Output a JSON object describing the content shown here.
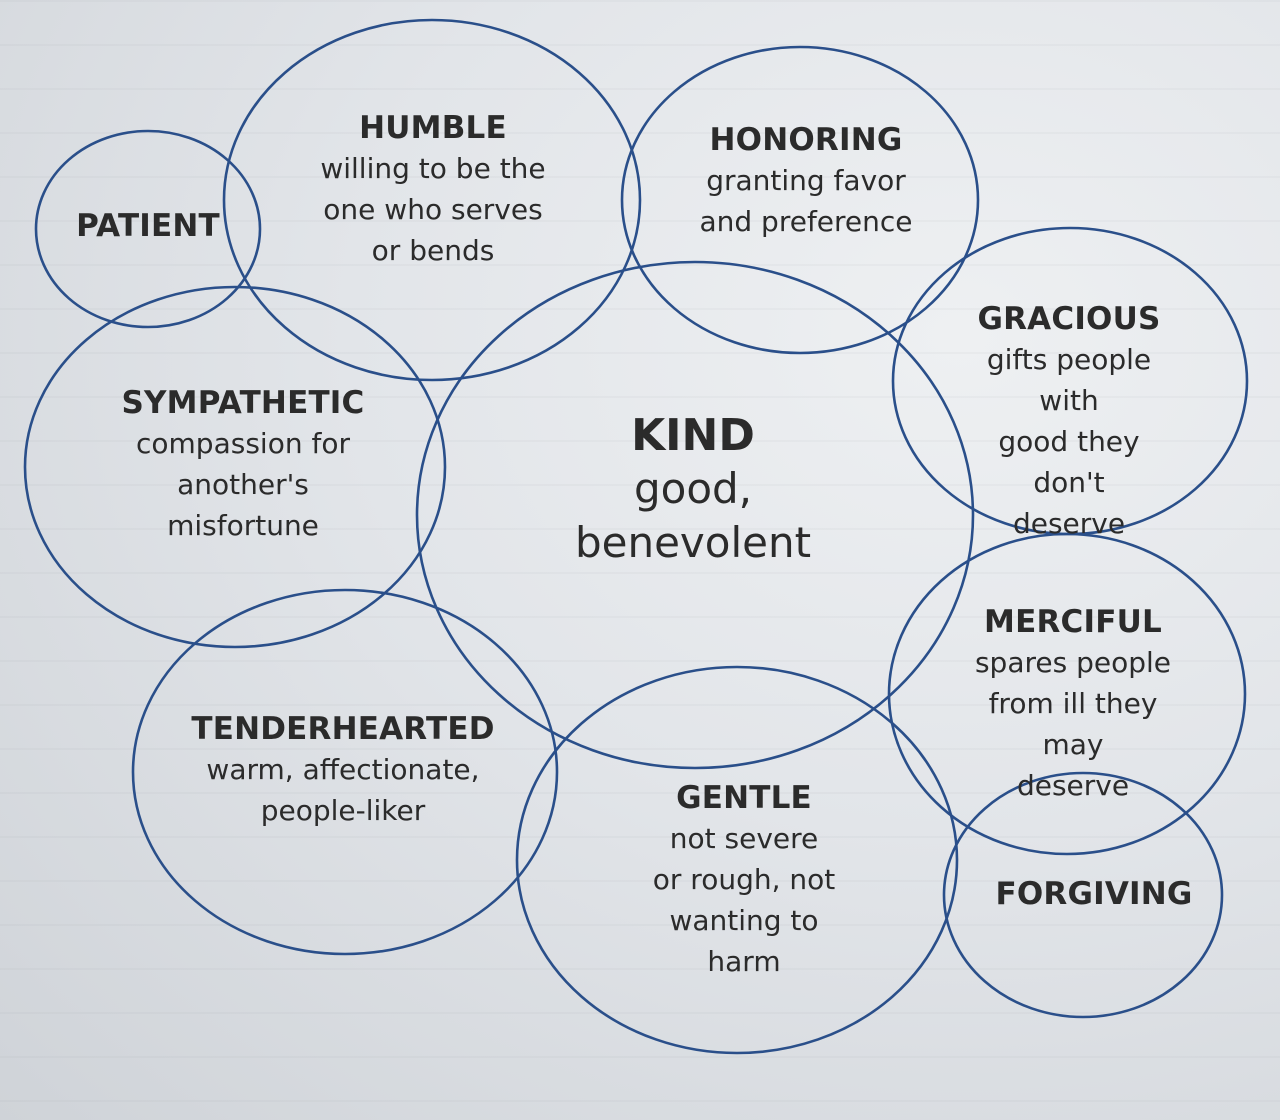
{
  "diagram": {
    "center": {
      "title": "KIND",
      "description": "good,\nbenevolent"
    },
    "circles": [
      {
        "id": "patient",
        "title": "PATIENT",
        "description": ""
      },
      {
        "id": "humble",
        "title": "HUMBLE",
        "description": "willing to be the\none who serves\nor bends"
      },
      {
        "id": "honoring",
        "title": "HONORING",
        "description": "granting favor\nand preference"
      },
      {
        "id": "gracious",
        "title": "GRACIOUS",
        "description": "gifts people with\ngood they don't\ndeserve"
      },
      {
        "id": "sympathetic",
        "title": "SYMPATHETIC",
        "description": "compassion for\nanother's\nmisfortune"
      },
      {
        "id": "merciful",
        "title": "MERCIFUL",
        "description": "spares people\nfrom ill they may\ndeserve"
      },
      {
        "id": "tenderhearted",
        "title": "TENDERHEARTED",
        "description": "warm, affectionate,\npeople-liker"
      },
      {
        "id": "gentle",
        "title": "GENTLE",
        "description": "not severe\nor rough, not\nwanting to\nharm"
      },
      {
        "id": "forgiving",
        "title": "FORGIVING",
        "description": ""
      }
    ],
    "colors": {
      "circle_stroke": "#2a4f8a",
      "text": "#2b2b2b",
      "background": "#e2e5e9"
    }
  }
}
